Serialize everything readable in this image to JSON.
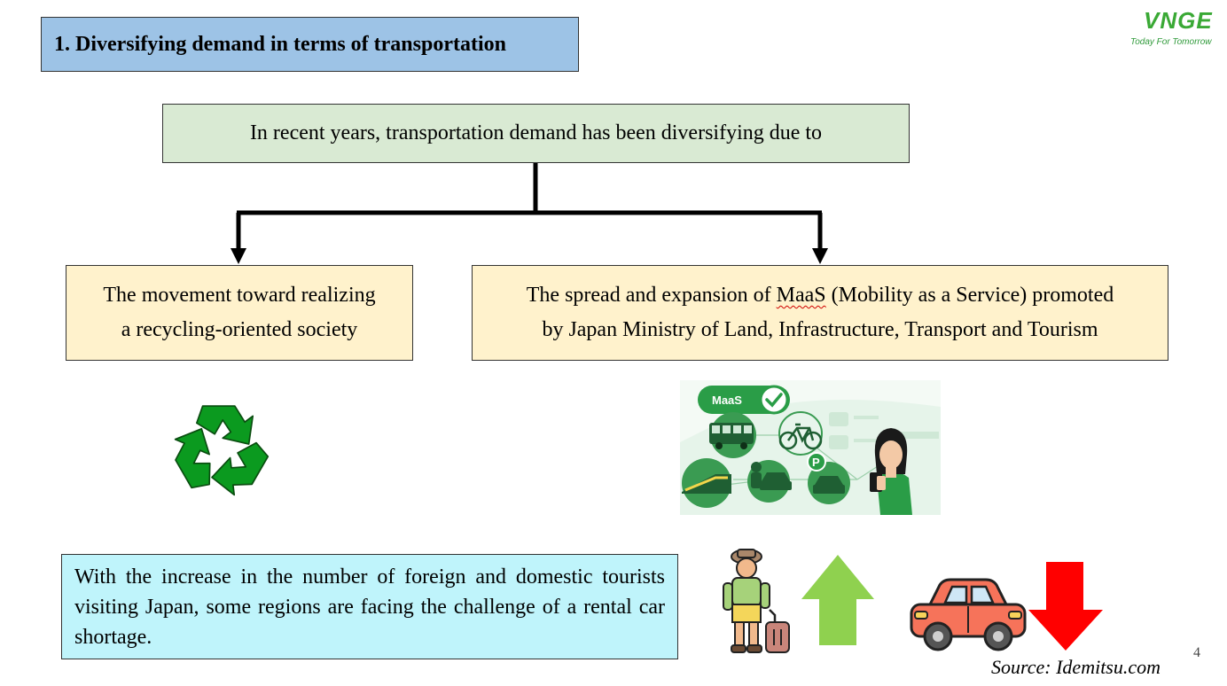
{
  "title": "1. Diversifying demand in terms of transportation",
  "logo": {
    "brand": "VNGE",
    "tagline": "Today For Tomorrow"
  },
  "intro": "In recent years, transportation demand has been diversifying due to",
  "left_box": {
    "line1": "The movement toward realizing",
    "line2": "a recycling-oriented society"
  },
  "right_box": {
    "line1_before": "The spread and expansion of ",
    "maas_word": "MaaS",
    "line1_after": " (Mobility as a Service) promoted",
    "line2": "by Japan Ministry of Land, Infrastructure, Transport and Tourism"
  },
  "maas_badge": "MaaS",
  "maas_parking": "P",
  "bottom_box": "With the increase in the number of foreign and domestic tourists visiting Japan, some regions are facing the challenge of a rental car shortage.",
  "source": "Source: Idemitsu.com",
  "page_number": "4",
  "colors": {
    "title_bg": "#9dc3e6",
    "intro_bg": "#d9ead3",
    "cause_bg": "#fff2cc",
    "bottom_bg": "#bff4fb",
    "recycle_green": "#0b9a1f",
    "up_arrow": "#8fd14f",
    "down_arrow": "#ff0000",
    "maas_green": "#2a9d47"
  },
  "icons": [
    "recycle-icon",
    "maas-illustration",
    "tourist-icon",
    "up-arrow-icon",
    "car-icon",
    "down-arrow-icon"
  ]
}
